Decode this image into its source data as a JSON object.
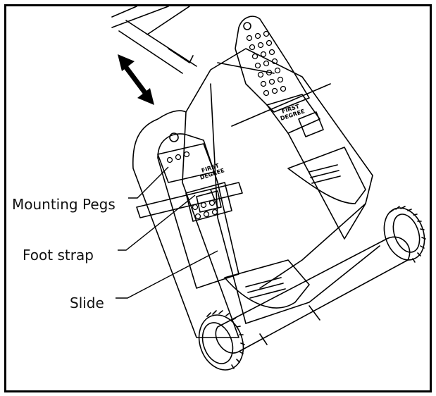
{
  "labels": {
    "mounting_pegs": "Mounting Pegs",
    "foot_strap": "Foot strap",
    "slide": "Slide"
  },
  "brand_text": [
    "FIRST",
    "DEGREE"
  ],
  "icons": {
    "arrow": "double-arrow-icon"
  },
  "colors": {
    "line": "#000000",
    "background": "#ffffff"
  }
}
